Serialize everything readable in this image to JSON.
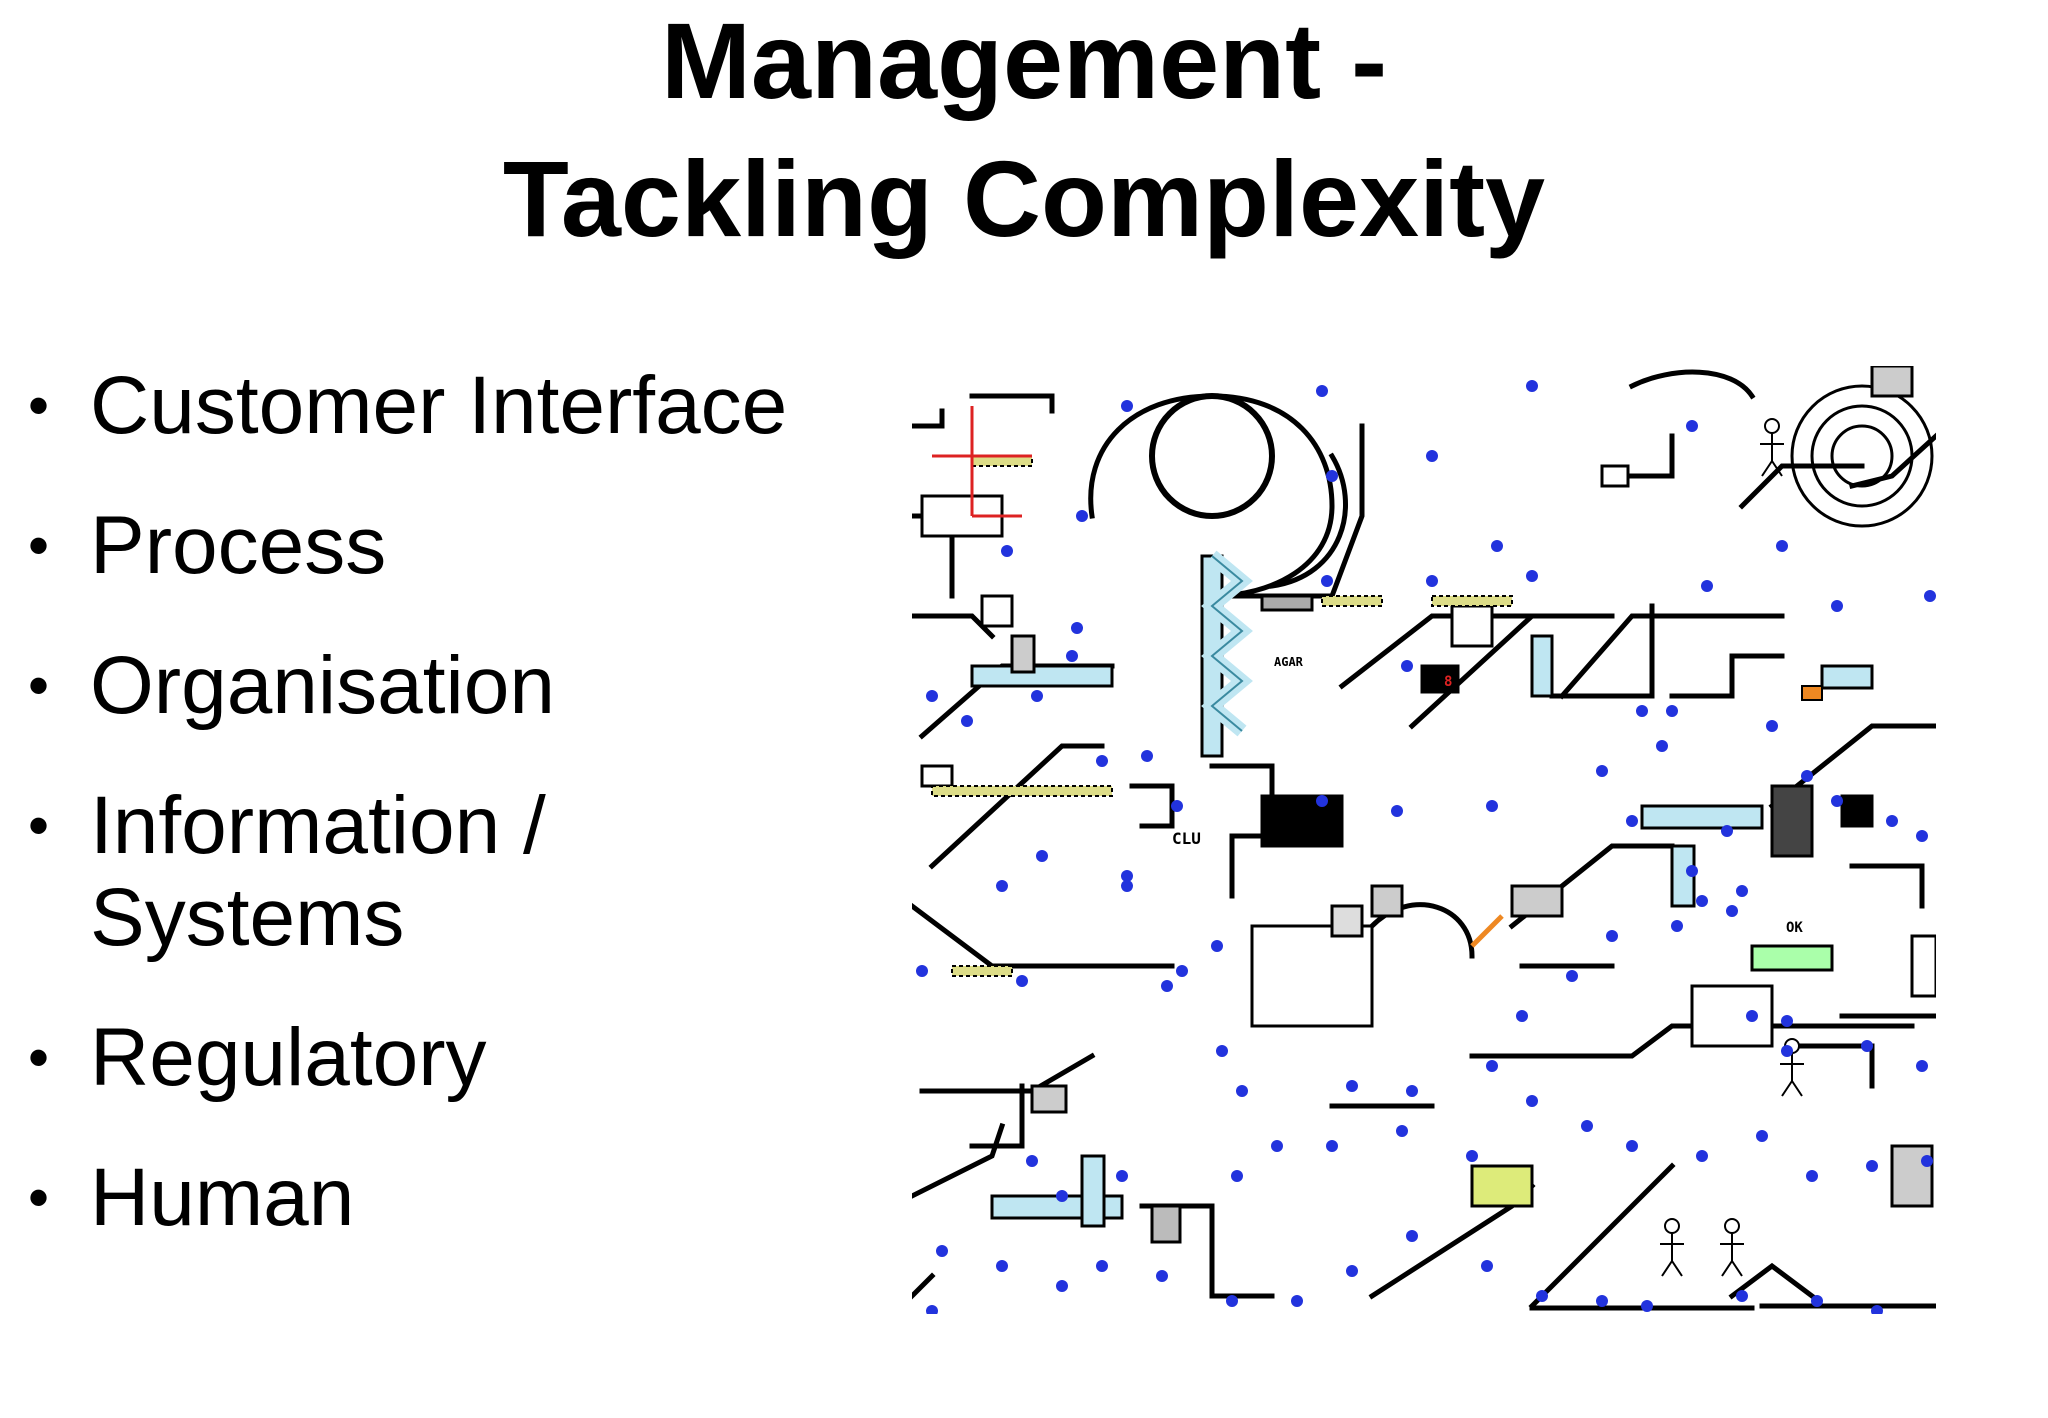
{
  "slide": {
    "title_line1": "Management -",
    "title_line2": "Tackling Complexity",
    "bullets": [
      {
        "label": "Customer Interface"
      },
      {
        "label": "Process"
      },
      {
        "label": "Organisation"
      },
      {
        "label": "Information /"
      },
      {
        "label": "Regulatory"
      },
      {
        "label": "Human"
      }
    ],
    "bullet_glyph": "•",
    "bullet_4_line2": "Systems",
    "figure_label": "OK",
    "figure_sign_1": "CLU",
    "figure_sign_2": "AGAR",
    "figure_sign_3": "8"
  },
  "colors": {
    "text": "#000000",
    "node": "#2233dd",
    "pipe": "#bfe6f2",
    "accent_red": "#dd2222",
    "accent_orange": "#ee8822"
  }
}
